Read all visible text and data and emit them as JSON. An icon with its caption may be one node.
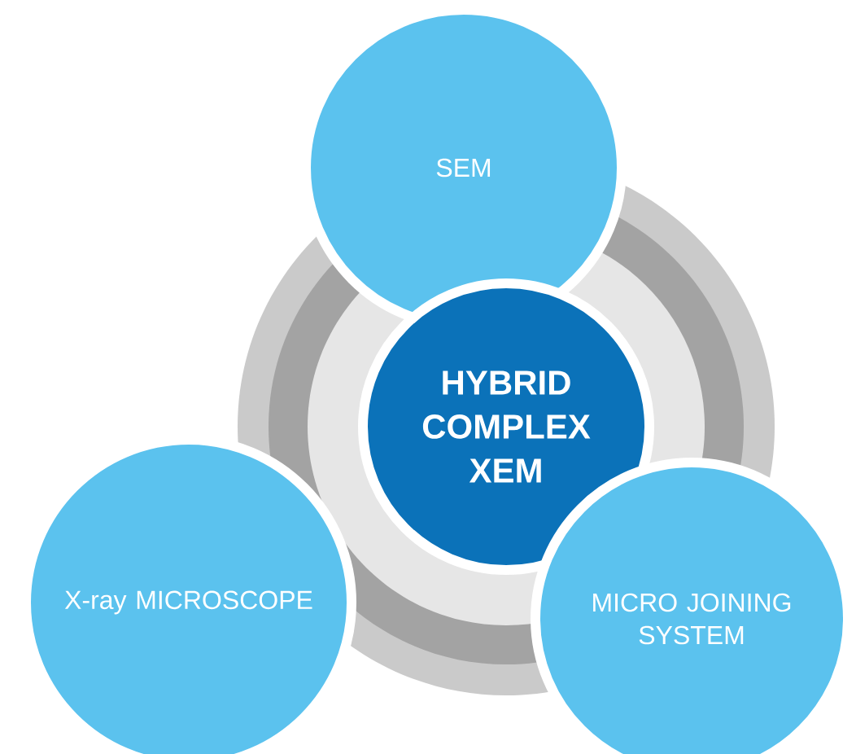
{
  "diagram": {
    "nodes": [
      {
        "text": [
          "SEM"
        ]
      },
      {
        "text": [
          "HYBRID COMPLEX XEM"
        ]
      },
      {
        "text": [
          "X-ray MICROSCOPE"
        ]
      },
      {
        "text": [
          "MICRO JOINING SYSTEM"
        ]
      }
    ]
  }
}
